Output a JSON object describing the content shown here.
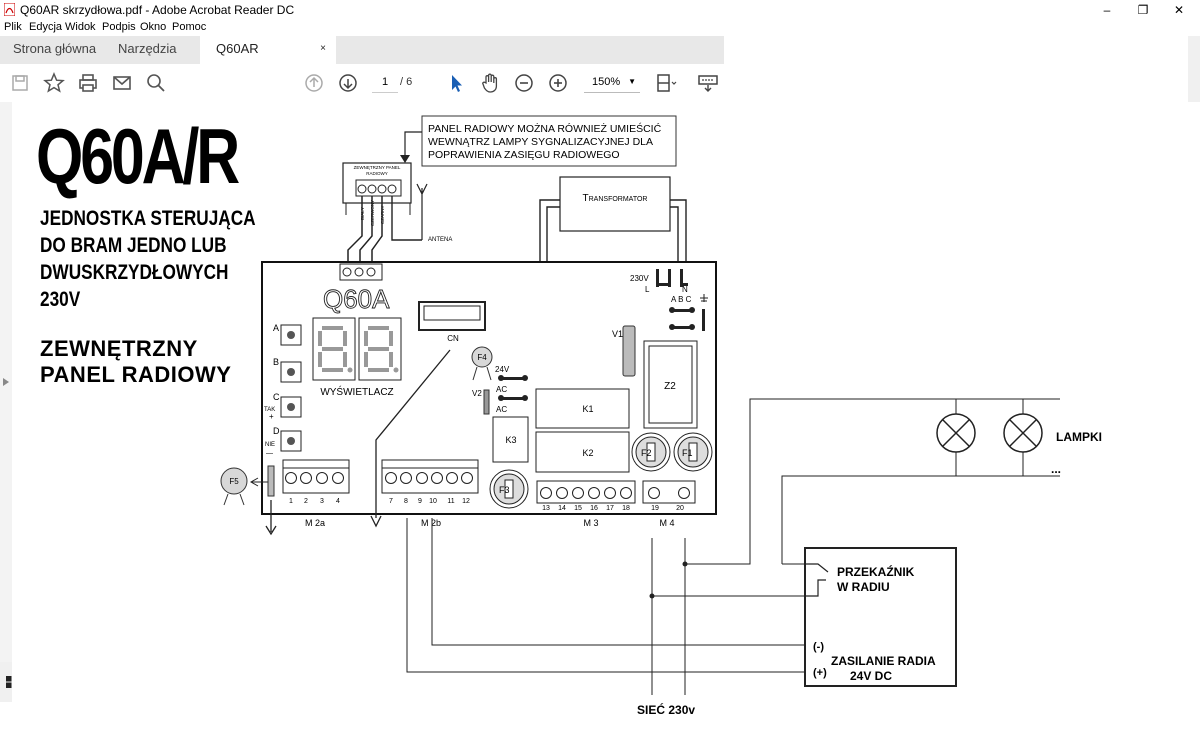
{
  "window": {
    "title": "Q60AR skrzydłowa.pdf - Adobe Acrobat Reader DC",
    "minimize": "–",
    "maximize": "❐",
    "close": "✕"
  },
  "menu": [
    "Plik",
    "Edycja",
    "Widok",
    "Podpis",
    "Okno",
    "Pomoc"
  ],
  "tabs": {
    "home": "Strona główna",
    "tools": "Narzędzia",
    "document": "Q60AR skrzydłowa....",
    "close": "×"
  },
  "toolbar": {
    "page_current": "1",
    "page_total": "/ 6",
    "zoom": "150%",
    "zoom_arrow": "▼"
  },
  "document": {
    "title": "Q60A/R",
    "subtitle": [
      "JEDNOSTKA STERUJĄCA",
      "DO BRAM JEDNO LUB",
      "DWUSKRZYDŁOWYCH",
      "230V"
    ],
    "subtitle2": [
      "ZEWNĘTRZNY",
      "PANEL RADIOWY"
    ],
    "note": [
      "PANEL RADIOWY MOŻNA RÓWNIEŻ UMIEŚCIĆ",
      "WEWNĄTRZ LAMPY SYGNALIZACYJNEJ DLA",
      "POPRAWIENIA ZASIĘGU RADIOWEGO"
    ],
    "transformer": "Transformator",
    "panel_label": [
      "ZEWNĘTRZNY PANEL",
      "RADIOWY"
    ],
    "antenna": "ANTENA",
    "wires": [
      "BIAŁY",
      "CZERWONY",
      "CZARNY"
    ],
    "board_title": "Q60A",
    "display_label": "WYŚWIETLACZ",
    "buttons": {
      "a": "A",
      "b": "B",
      "c": "C",
      "d": "D",
      "tak": "TAK",
      "nie": "NIE",
      "plus": "+",
      "minus": "—"
    },
    "cn": "CN",
    "v1": "V1",
    "v2": "V2",
    "z2": "Z2",
    "power_230": "230V",
    "l": "L",
    "n": "N",
    "abc": "A B C",
    "v24": "24V",
    "ac1": "AC",
    "ac2": "AC",
    "fuses": {
      "f1": "F1",
      "f2": "F2",
      "f3": "F3",
      "f4": "F4",
      "f5": "F5"
    },
    "relays": {
      "k1": "K1",
      "k2": "K2",
      "k3": "K3"
    },
    "m2a": {
      "label": "M 2a",
      "pins": [
        "1",
        "2",
        "3",
        "4"
      ]
    },
    "m2b": {
      "label": "M 2b",
      "pins": [
        "7",
        "8",
        "9",
        "10",
        "11",
        "12"
      ]
    },
    "m3": {
      "label": "M 3",
      "pins": [
        "13",
        "14",
        "15",
        "16",
        "17",
        "18"
      ]
    },
    "m4": {
      "label": "M 4",
      "pins": [
        "19",
        "20"
      ]
    },
    "lamps": "LAMPKI",
    "dots": "...",
    "relay_radio": [
      "PRZEKAŹNIK",
      "W RADIU"
    ],
    "minus_sign": "(-)",
    "plus_sign": "(+)",
    "radio_power": [
      "ZASILANIE RADIA",
      "24V DC"
    ],
    "mains": "SIEĆ 230v"
  }
}
